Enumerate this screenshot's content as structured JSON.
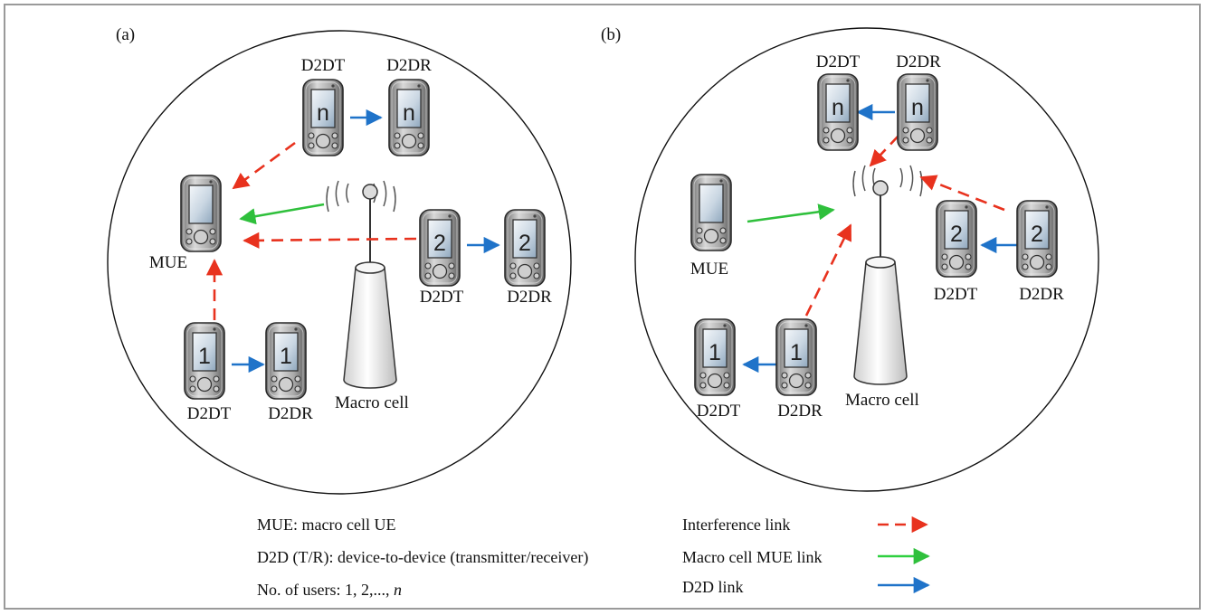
{
  "panels": {
    "a": {
      "label": "(a)",
      "phones": [
        {
          "role": "D2DT",
          "num": "n"
        },
        {
          "role": "D2DR",
          "num": "n"
        },
        {
          "role": "MUE",
          "num": ""
        },
        {
          "role": "D2DT",
          "num": "2"
        },
        {
          "role": "D2DR",
          "num": "2"
        },
        {
          "role": "D2DT",
          "num": "1"
        },
        {
          "role": "D2DR",
          "num": "1"
        }
      ],
      "tower_label": "Macro cell"
    },
    "b": {
      "label": "(b)",
      "phones": [
        {
          "role": "D2DT",
          "num": "n"
        },
        {
          "role": "D2DR",
          "num": "n"
        },
        {
          "role": "MUE",
          "num": ""
        },
        {
          "role": "D2DT",
          "num": "2"
        },
        {
          "role": "D2DR",
          "num": "2"
        },
        {
          "role": "D2DT",
          "num": "1"
        },
        {
          "role": "D2DR",
          "num": "1"
        }
      ],
      "tower_label": "Macro cell"
    }
  },
  "notes": {
    "mue": "MUE: macro cell UE",
    "d2d": "D2D (T/R): device-to-device (transmitter/receiver)",
    "users_prefix": "No. of users: 1, 2,..., ",
    "users_var": "n"
  },
  "legend": {
    "interference": {
      "label": "Interference link",
      "color": "#e8321e",
      "style": "dashed"
    },
    "mue_link": {
      "label": "Macro cell MUE link",
      "color": "#2fd040",
      "style": "solid"
    },
    "d2d_link": {
      "label": "D2D link",
      "color": "#1f73c9",
      "style": "solid"
    }
  },
  "colors": {
    "interference": "#e8321e",
    "mue_link": "#2fc03c",
    "d2d_link": "#1f73c9",
    "frame": "#9a9a9a"
  }
}
